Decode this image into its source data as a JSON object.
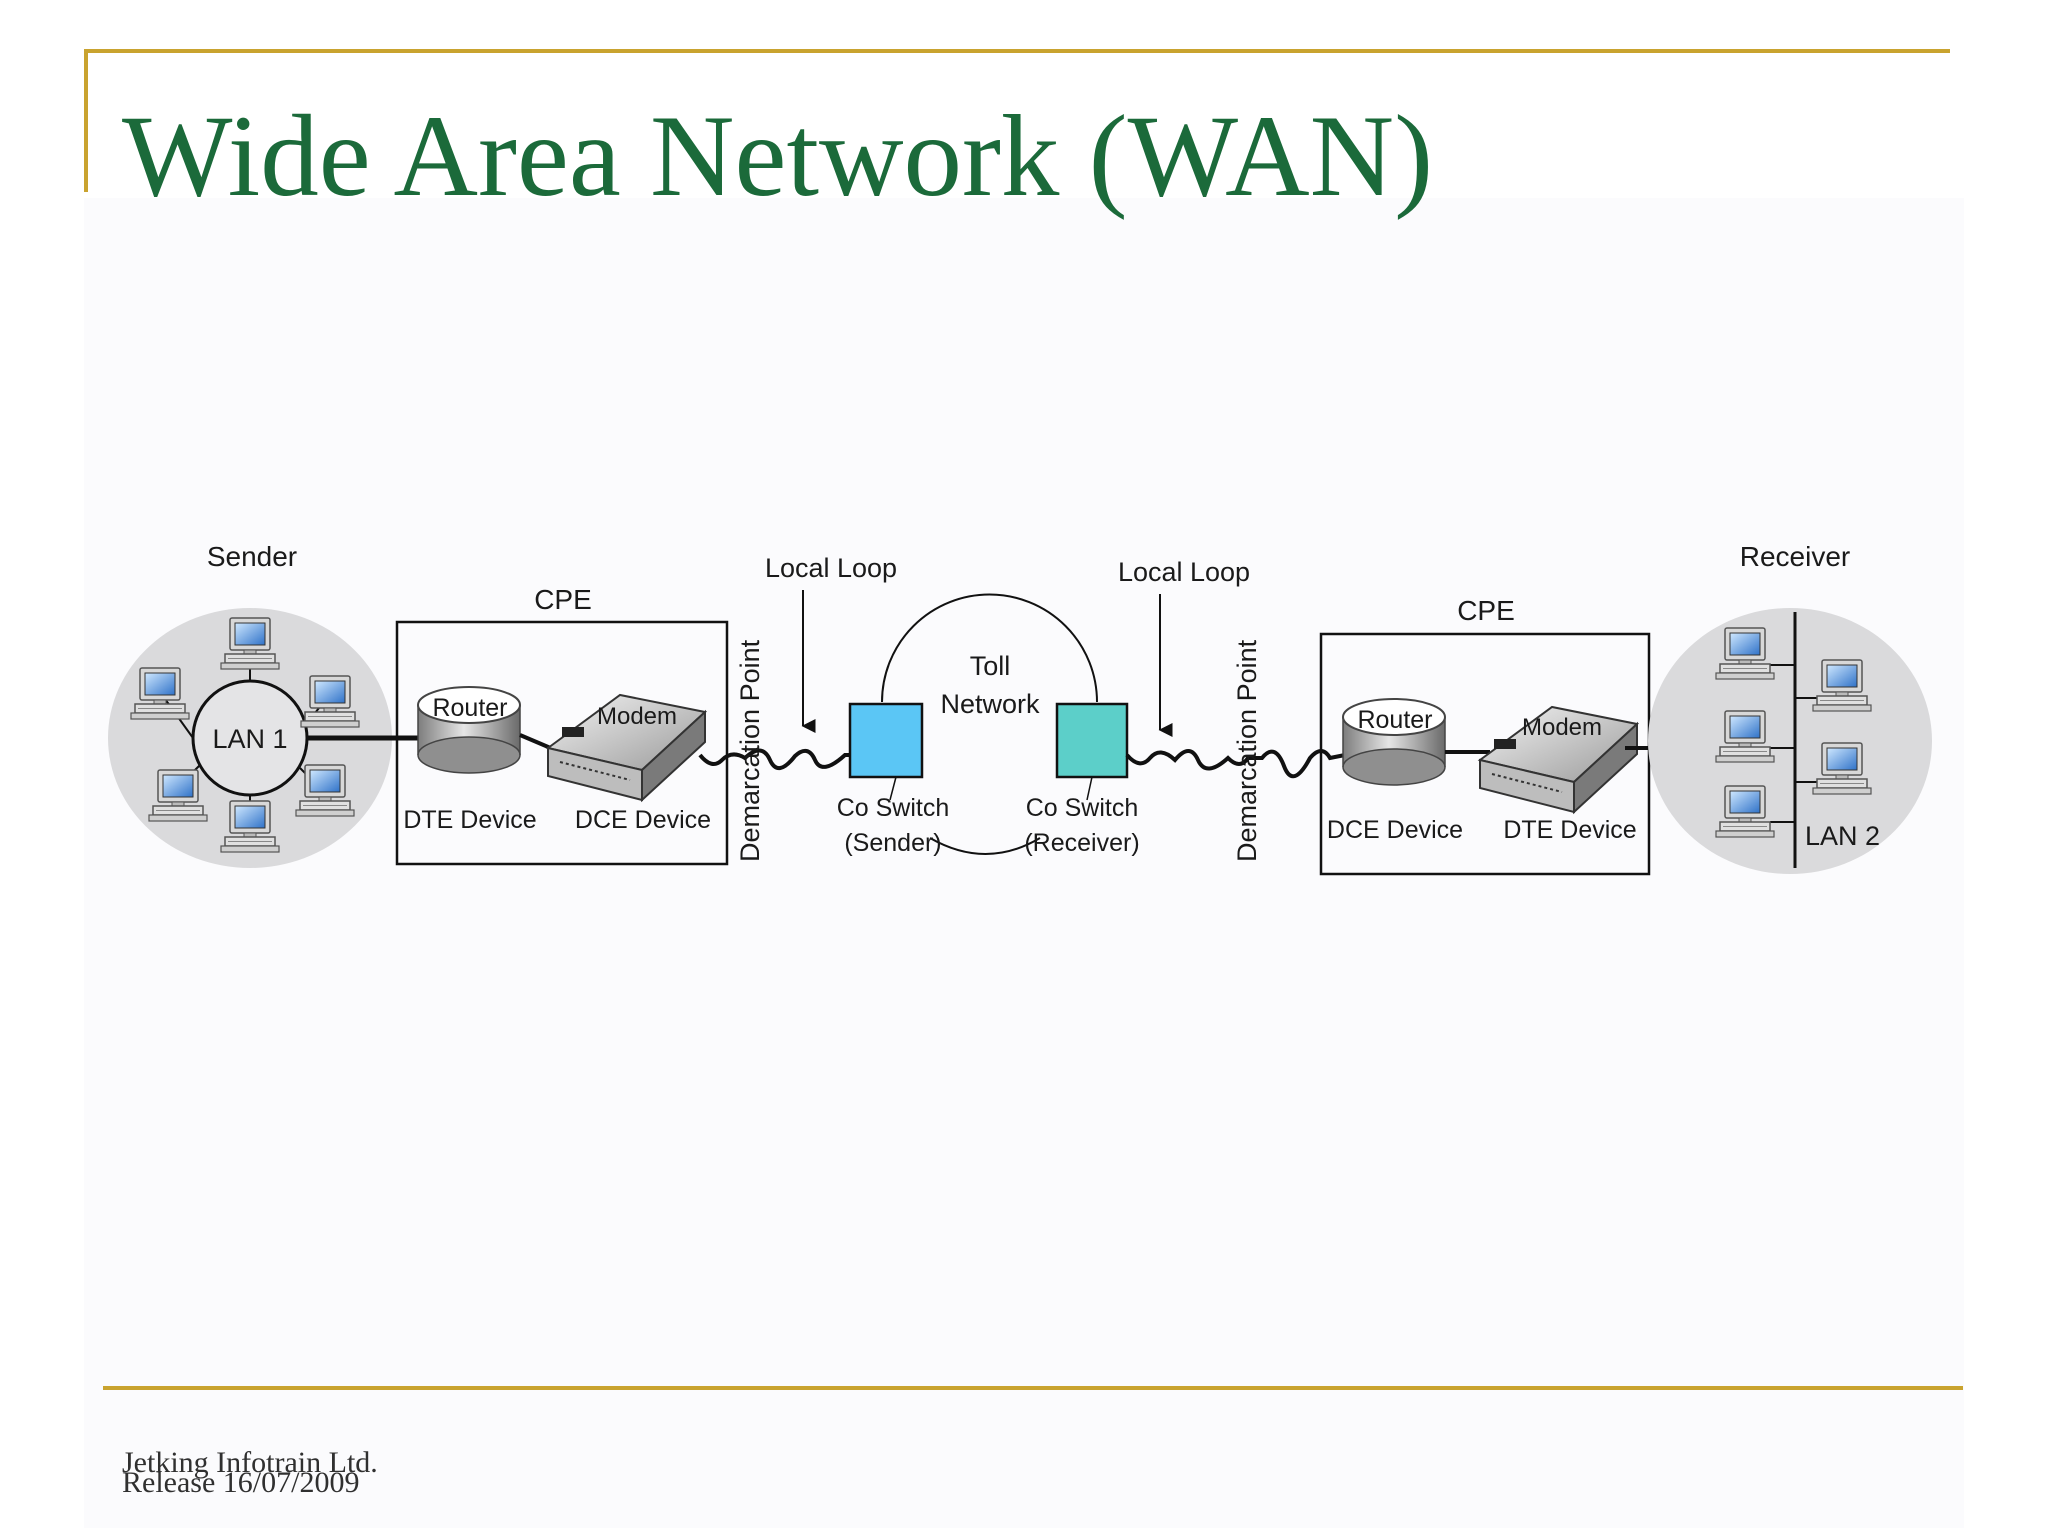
{
  "slide": {
    "title": "Wide Area Network (WAN)",
    "footer_company": "Jetking Infotrain Ltd.",
    "footer_release": "Release 16/07/2009"
  },
  "colors": {
    "title": "#1b6a3a",
    "rule": "#c9a32f",
    "switch_sender": "#5bc6f5",
    "switch_receiver": "#5ccfc9",
    "lan_cloud": "#dadadc"
  },
  "diagram": {
    "sender_label": "Sender",
    "receiver_label": "Receiver",
    "cpe_left_label": "CPE",
    "cpe_right_label": "CPE",
    "lan1_label": "LAN 1",
    "lan2_label": "LAN 2",
    "router_left_label": "Router",
    "router_right_label": "Router",
    "modem_left_label": "Modem",
    "modem_right_label": "Modem",
    "dte_left_label": "DTE Device",
    "dce_left_label": "DCE Device",
    "dce_right_label": "DCE Device",
    "dte_right_label": "DTE Device",
    "demarc_left_label": "Demarcation Point",
    "demarc_right_label": "Demarcation Point",
    "local_loop_left_label": "Local Loop",
    "local_loop_right_label": "Local Loop",
    "toll_line1": "Toll",
    "toll_line2": "Network",
    "switch_sender_line1": "Co Switch",
    "switch_sender_line2": "(Sender)",
    "switch_receiver_line1": "Co Switch",
    "switch_receiver_line2": "(Receiver)"
  }
}
